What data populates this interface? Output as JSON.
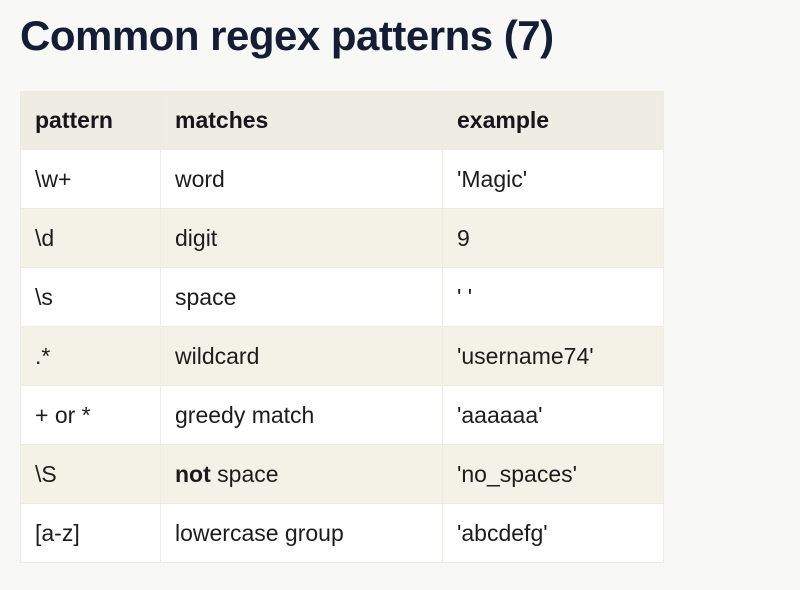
{
  "page": {
    "title": "Common regex patterns (7)",
    "background_color": "#f8f8f7",
    "title_color": "#141d33"
  },
  "table": {
    "header_background": "#efece3",
    "alt_row_background": "#f4f2e7",
    "row_background": "#ffffff",
    "border_color": "#eceae2",
    "columns": [
      "pattern",
      "matches",
      "example"
    ],
    "rows": [
      {
        "pattern": "\\w+",
        "matches_bold": "",
        "matches": "word",
        "example": "'Magic'"
      },
      {
        "pattern": "\\d",
        "matches_bold": "",
        "matches": "digit",
        "example": "9"
      },
      {
        "pattern": "\\s",
        "matches_bold": "",
        "matches": "space",
        "example": "' '"
      },
      {
        "pattern": ".*",
        "matches_bold": "",
        "matches": "wildcard",
        "example": "'username74'"
      },
      {
        "pattern": "+ or *",
        "matches_bold": "",
        "matches": "greedy match",
        "example": "'aaaaaa'"
      },
      {
        "pattern": "\\S",
        "matches_bold": "not",
        "matches": " space",
        "example": "'no_spaces'"
      },
      {
        "pattern": "[a-z]",
        "matches_bold": "",
        "matches": "lowercase group",
        "example": "'abcdefg'"
      }
    ]
  }
}
